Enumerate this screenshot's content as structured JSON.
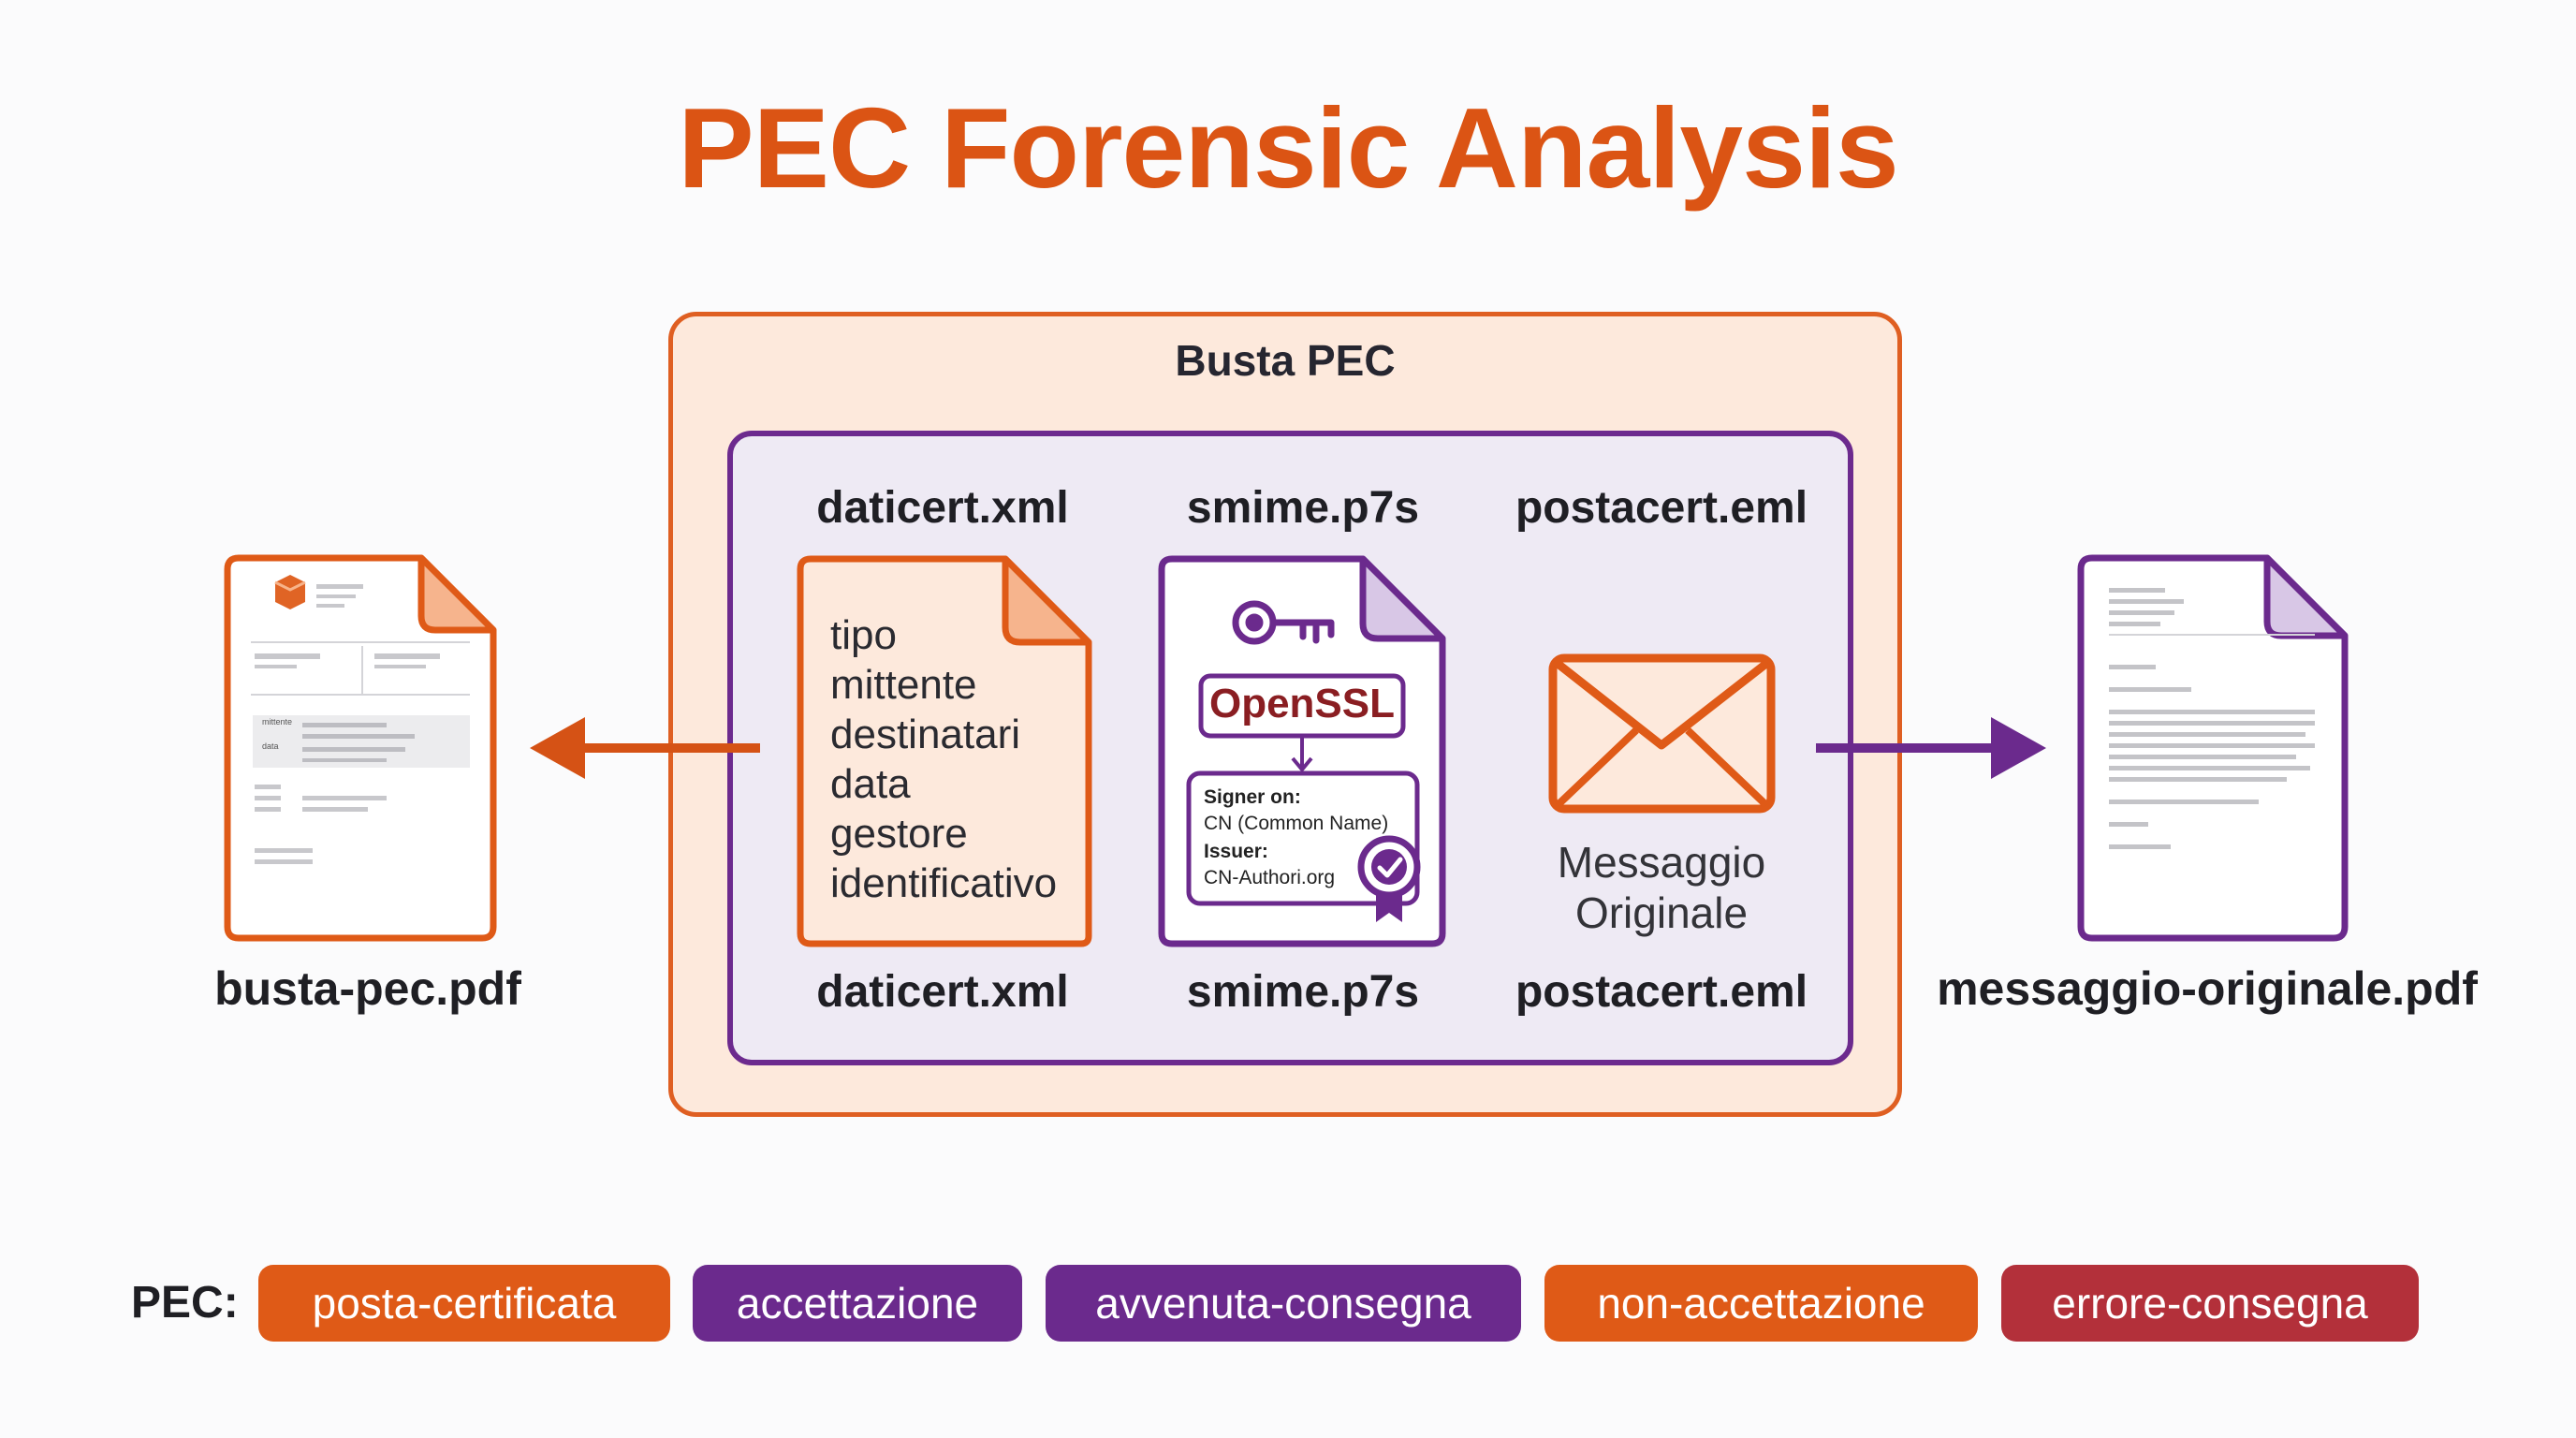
{
  "title": "PEC Forensic Analysis",
  "envelope": {
    "label": "Busta PEC",
    "files_top": [
      "daticert.xml",
      "smime.p7s",
      "postacert.eml"
    ],
    "files_bottom": [
      "daticert.xml",
      "smime.p7s",
      "postacert.eml"
    ],
    "daticert_fields": [
      "tipo",
      "mittente",
      "destinatari",
      "data",
      "gestore",
      "identificativo"
    ],
    "smime": {
      "tool": "OpenSSL",
      "signer_label": "Signer on:",
      "signer_value": "CN (Common Name)",
      "issuer_label": "Issuer:",
      "issuer_value": "CN-Authori.org"
    },
    "message_label_line1": "Messaggio",
    "message_label_line2": "Originale"
  },
  "left_output": {
    "filename": "busta-pec.pdf",
    "row_labels": [
      "mittente",
      "data"
    ]
  },
  "right_output": {
    "filename": "messaggio-originale.pdf"
  },
  "legend": {
    "label": "PEC:",
    "types": [
      {
        "name": "posta-certificata",
        "color": "#df5a17"
      },
      {
        "name": "accettazione",
        "color": "#6b2a8d"
      },
      {
        "name": "avvenuta-consegna",
        "color": "#6b2a8d"
      },
      {
        "name": "non-accettazione",
        "color": "#df5a17"
      },
      {
        "name": "errore-consegna",
        "color": "#b3303a"
      }
    ]
  },
  "colors": {
    "orange": "#df5a17",
    "purple": "#6b2a8d",
    "red": "#b3303a"
  }
}
